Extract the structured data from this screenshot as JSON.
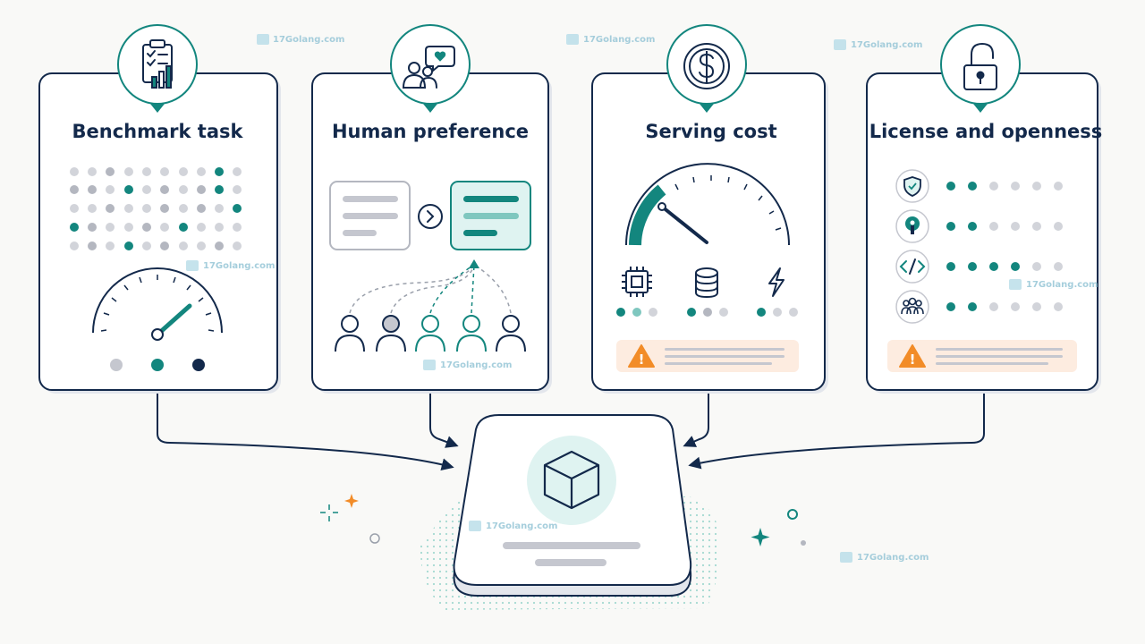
{
  "colors": {
    "navy": "#13294b",
    "teal": "#13867e",
    "teal_light": "#dff3f1",
    "gray": "#c5c7cf",
    "warn": "#f28c28",
    "warn_bg": "#fdece0"
  },
  "cards": [
    {
      "id": "benchmark",
      "title": "Benchmark task",
      "icon": "clipboard-chart-icon"
    },
    {
      "id": "preference",
      "title": "Human preference",
      "icon": "people-heart-icon"
    },
    {
      "id": "cost",
      "title": "Serving cost",
      "icon": "dollar-coin-icon"
    },
    {
      "id": "license",
      "title": "License and openness",
      "icon": "open-padlock-icon"
    }
  ],
  "watermark": "17Golang.com"
}
